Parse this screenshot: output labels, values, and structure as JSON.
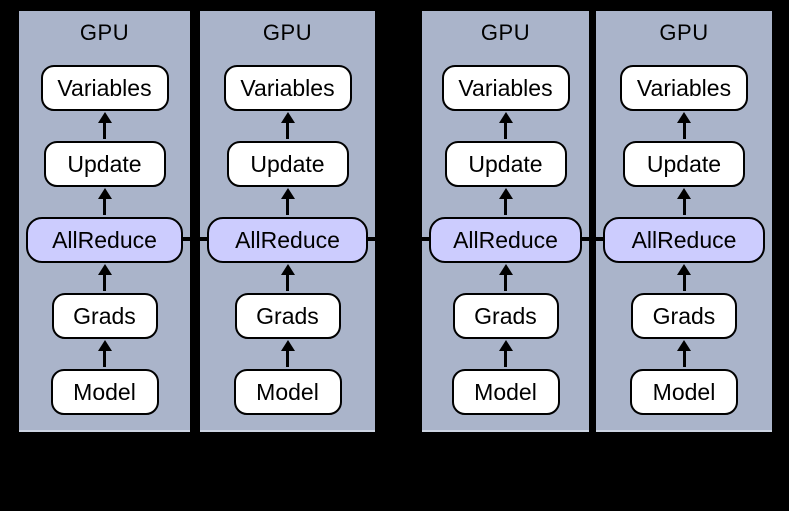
{
  "diagram": {
    "description": "Four GPU columns, each with a vertical dataflow Model to Grads to AllReduce to Update to Variables; AllReduce nodes of all GPUs are connected by a horizontal line",
    "columns": [
      {
        "label": "GPU",
        "nodes": [
          "Variables",
          "Update",
          "AllReduce",
          "Grads",
          "Model"
        ]
      },
      {
        "label": "GPU",
        "nodes": [
          "Variables",
          "Update",
          "AllReduce",
          "Grads",
          "Model"
        ]
      },
      {
        "label": "GPU",
        "nodes": [
          "Variables",
          "Update",
          "AllReduce",
          "Grads",
          "Model"
        ]
      },
      {
        "label": "GPU",
        "nodes": [
          "Variables",
          "Update",
          "AllReduce",
          "Grads",
          "Model"
        ]
      }
    ],
    "colors": {
      "page_background": "#000000",
      "column_background": "#aab4ca",
      "column_bottom_edge": "#ccd4e2",
      "node_fill": "#ffffff",
      "allreduce_fill": "#ccccfe",
      "node_border": "#000000",
      "arrow": "#000000",
      "connector_line": "#000000"
    }
  }
}
